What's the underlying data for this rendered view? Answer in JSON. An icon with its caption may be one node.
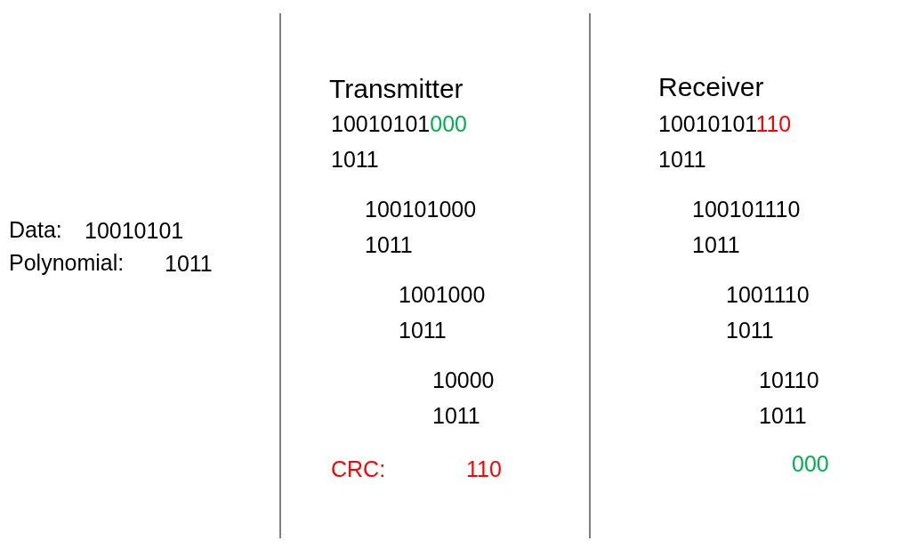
{
  "diagram": {
    "labels": [
      "Data:",
      "10010101",
      "Polynomial:",
      "1011",
      "Transmitter",
      "10010101",
      "000",
      "1011",
      "100101000",
      "1011",
      "1001000",
      "1011",
      "10000",
      "1011",
      "CRC:",
      "110",
      "Receiver",
      "10010101",
      "110",
      "1011",
      "100101110",
      "1011",
      "1001110",
      "1011",
      "10110",
      "1011",
      "000"
    ]
  }
}
